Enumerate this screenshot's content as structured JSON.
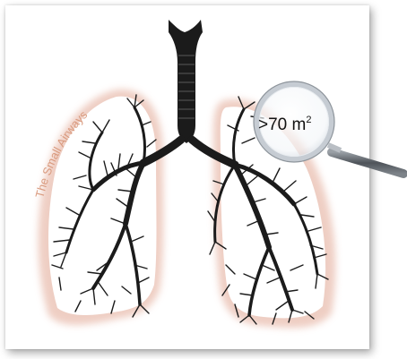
{
  "labels": {
    "small_airways": "The Small Airways",
    "surface_area": ">70 m",
    "surface_area_sup": "2"
  },
  "colors": {
    "halo": "#edc9bd",
    "label_text": "#d99a7e",
    "airway": "#1b1b1b",
    "lens_rim": "#c6ccd3",
    "lens_handle": "#6d7278"
  },
  "icons": {
    "magnifier": "magnifying-glass-icon",
    "lungs": "bronchial-tree-illustration"
  }
}
